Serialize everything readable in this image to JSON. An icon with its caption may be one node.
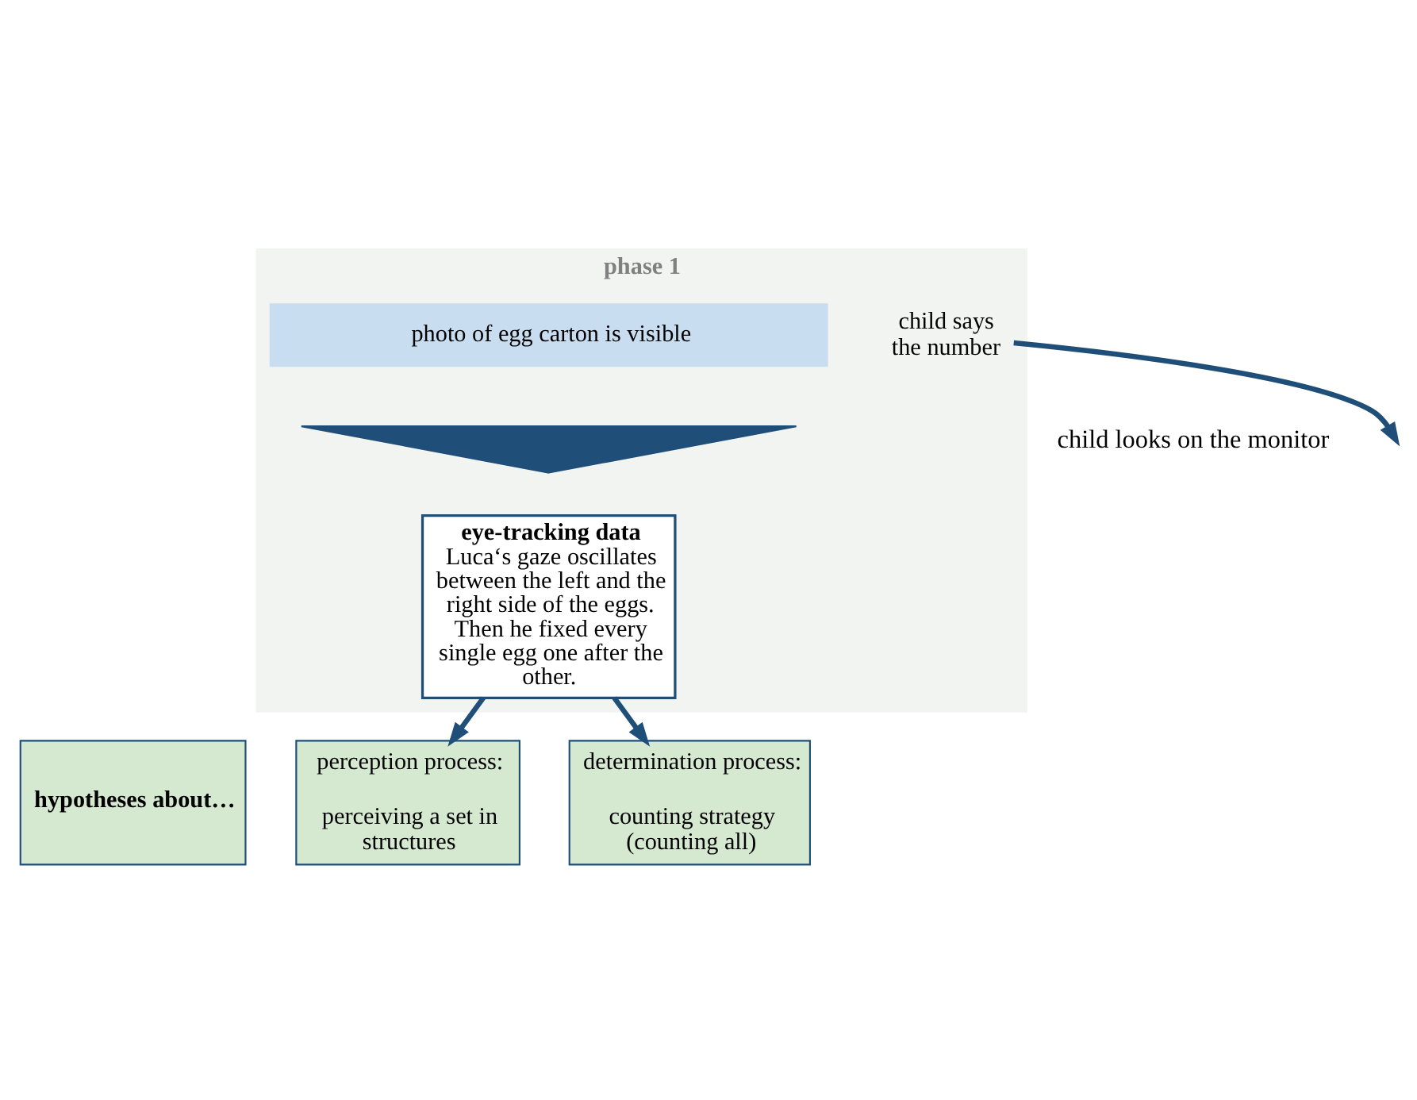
{
  "diagram": {
    "nodes": [
      {
        "text": [
          "phase 1"
        ]
      },
      {
        "text": [
          "child says the number"
        ],
        "in": 0
      },
      {
        "text": [
          "photo of egg carton is visible"
        ],
        "in": 0
      },
      {
        "text": [],
        "shape": "triangle",
        "in": 0
      },
      {
        "text": [
          "eye-tracking data",
          "Luca‘s gaze oscillates between the left and the right side of the eggs. Then he fixed every single egg one after the other."
        ],
        "in": 0
      },
      {
        "text": [
          "hypotheses about…"
        ]
      },
      {
        "text": [
          "perception process:",
          "perceiving a set in structures"
        ]
      },
      {
        "text": [
          "determination process:",
          "counting strategy (counting all)"
        ]
      }
    ],
    "edges": [
      {
        "from": 1,
        "to": null,
        "arrow": "to"
      },
      {
        "from": 4,
        "to": 6,
        "arrow": "to"
      },
      {
        "from": 4,
        "to": 7,
        "arrow": "to"
      }
    ],
    "labels": [
      "child looks on the monitor"
    ]
  }
}
